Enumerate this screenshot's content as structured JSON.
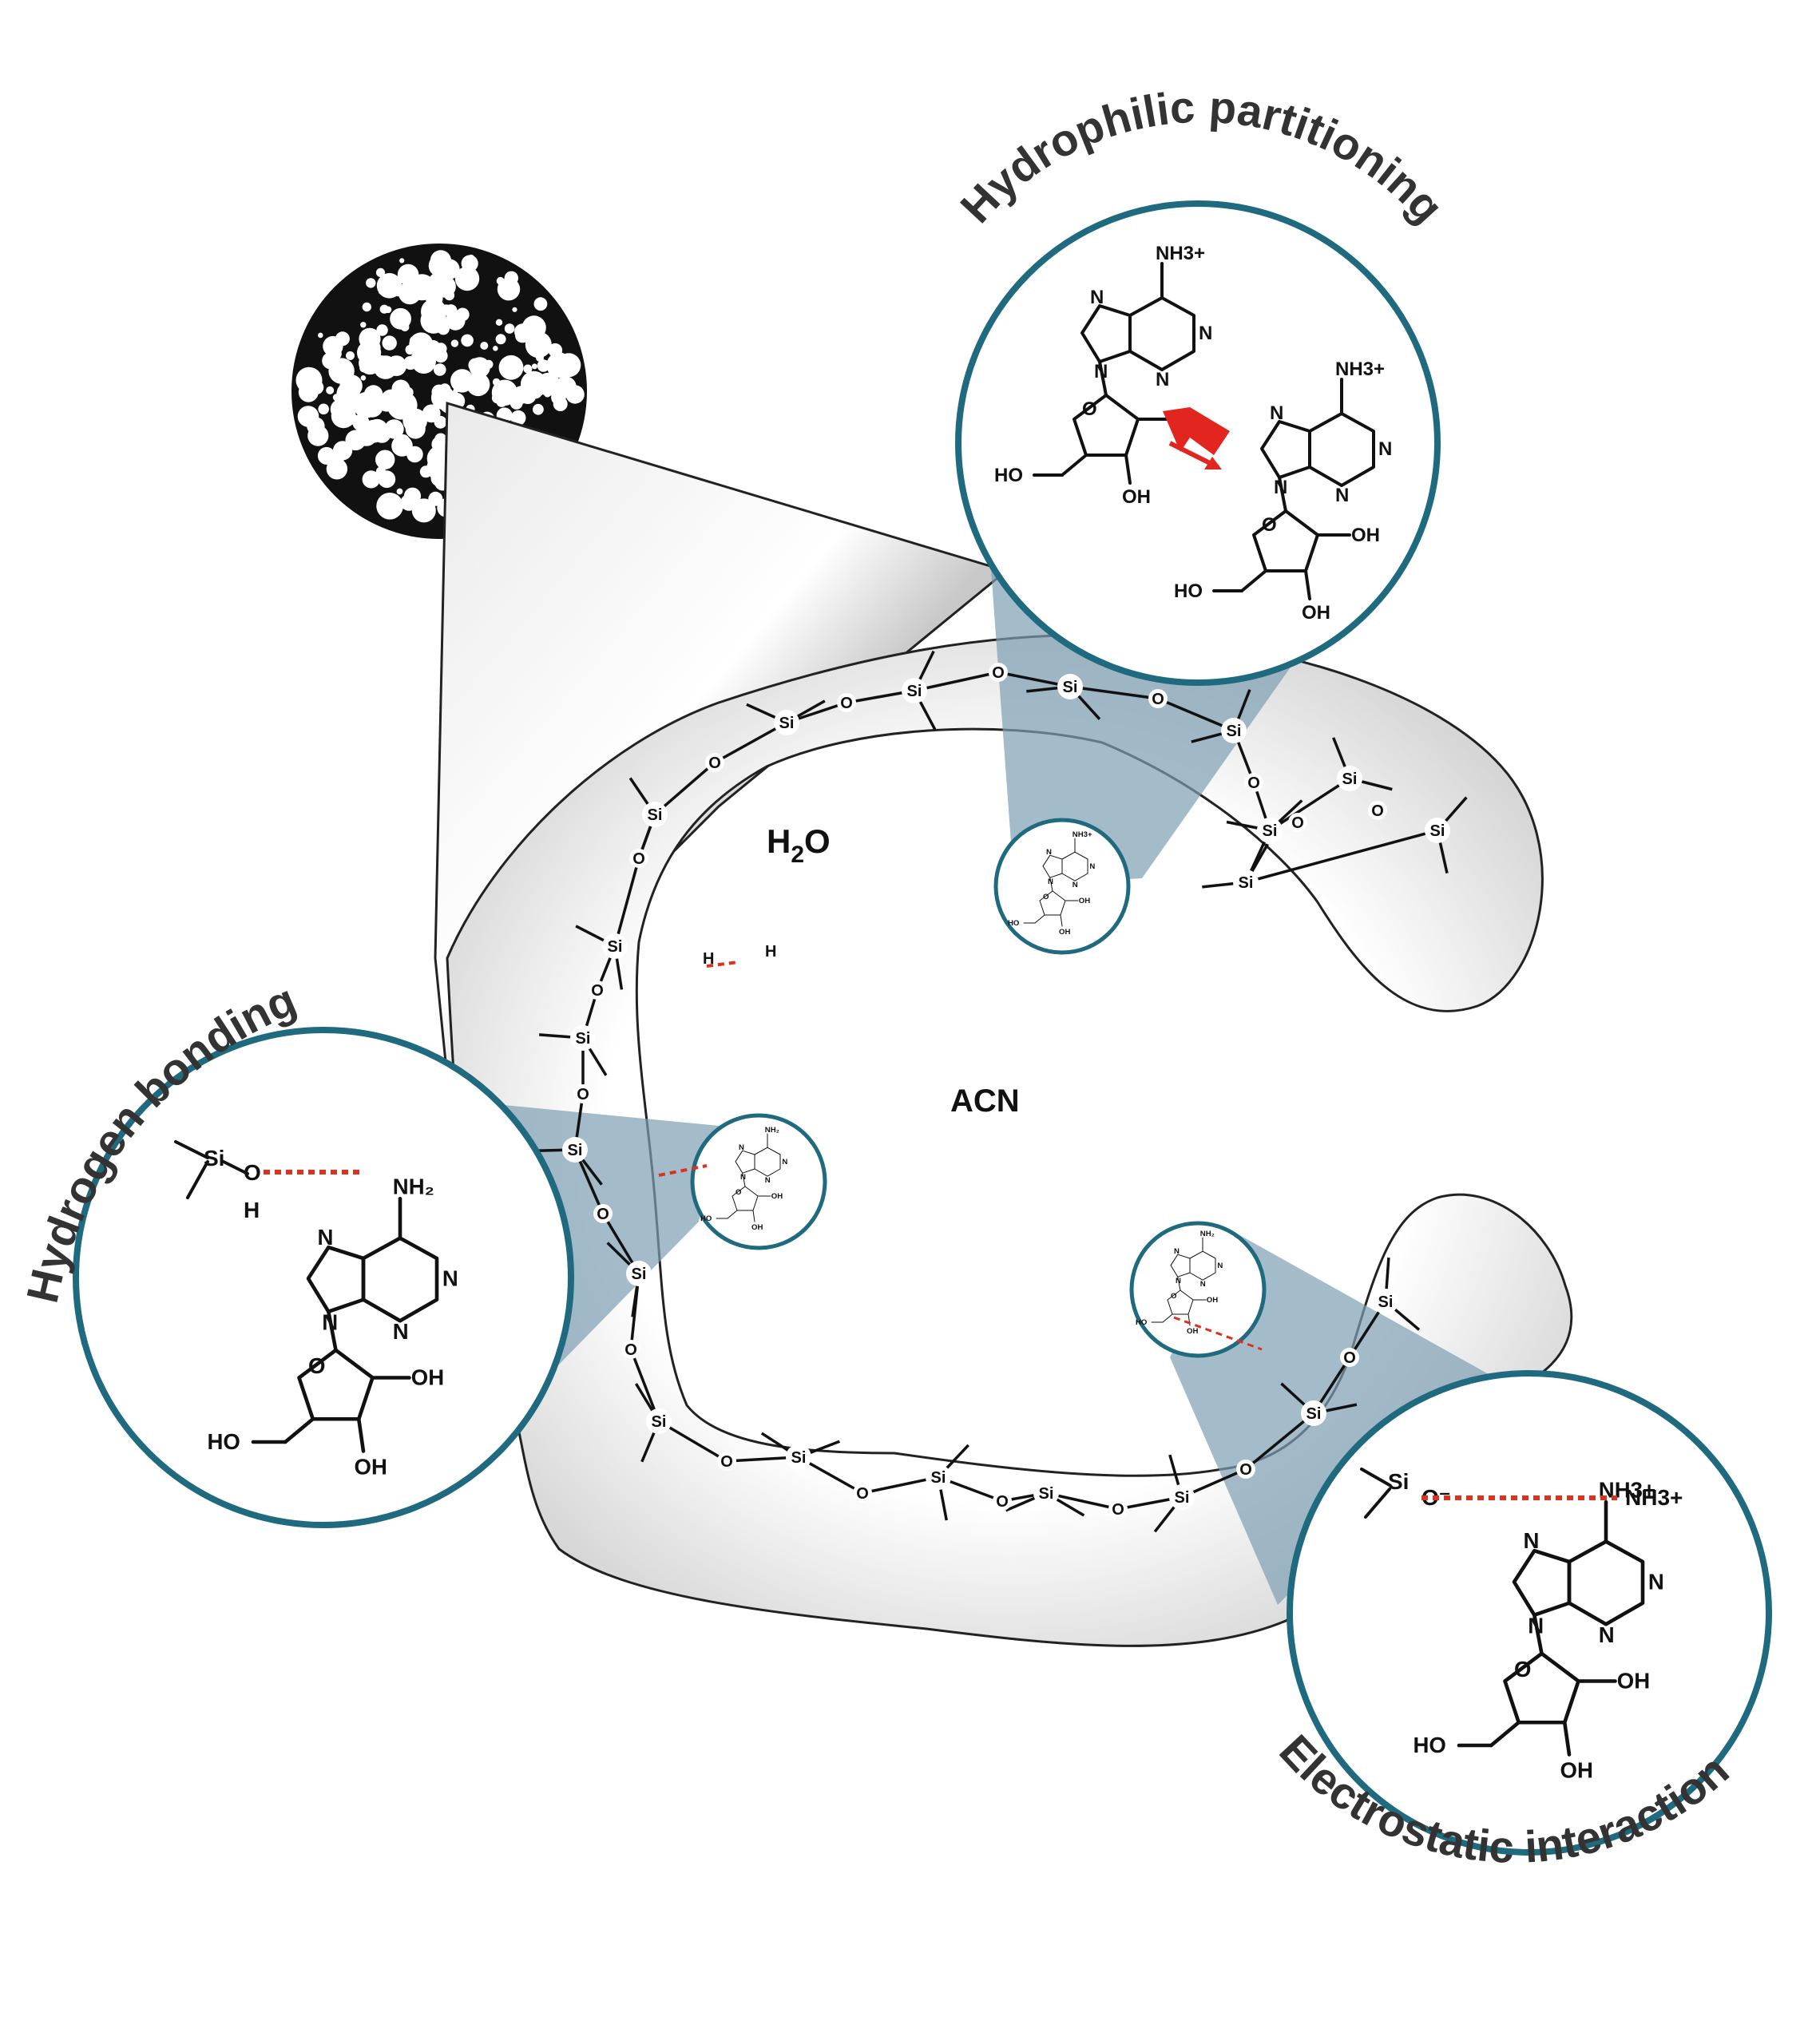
{
  "titles": {
    "hydrophilic_partitioning": "Hydrophilic partitioning",
    "hydrogen_bonding": "Hydrogen bonding",
    "electrostatic_interaction": "Electrostatic interaction"
  },
  "solvents": {
    "water_main": "H",
    "water_sub": "2",
    "water_tail": "O",
    "acetonitrile": "ACN"
  },
  "atoms": {
    "si": "Si",
    "o": "O",
    "o_minus": "O⁻",
    "h": "H",
    "oh": "OH",
    "ho": "HO",
    "n": "N",
    "nh3_main": "NH",
    "nh3_sub": "3",
    "nh3_sup": "+",
    "nh2": "NH₂"
  },
  "colors": {
    "circle_border": "#1f6a7e",
    "wedge": "#7e9eb4",
    "ionic_dash": "#d9331f",
    "arrow": "#e2261f",
    "text": "#333333"
  }
}
